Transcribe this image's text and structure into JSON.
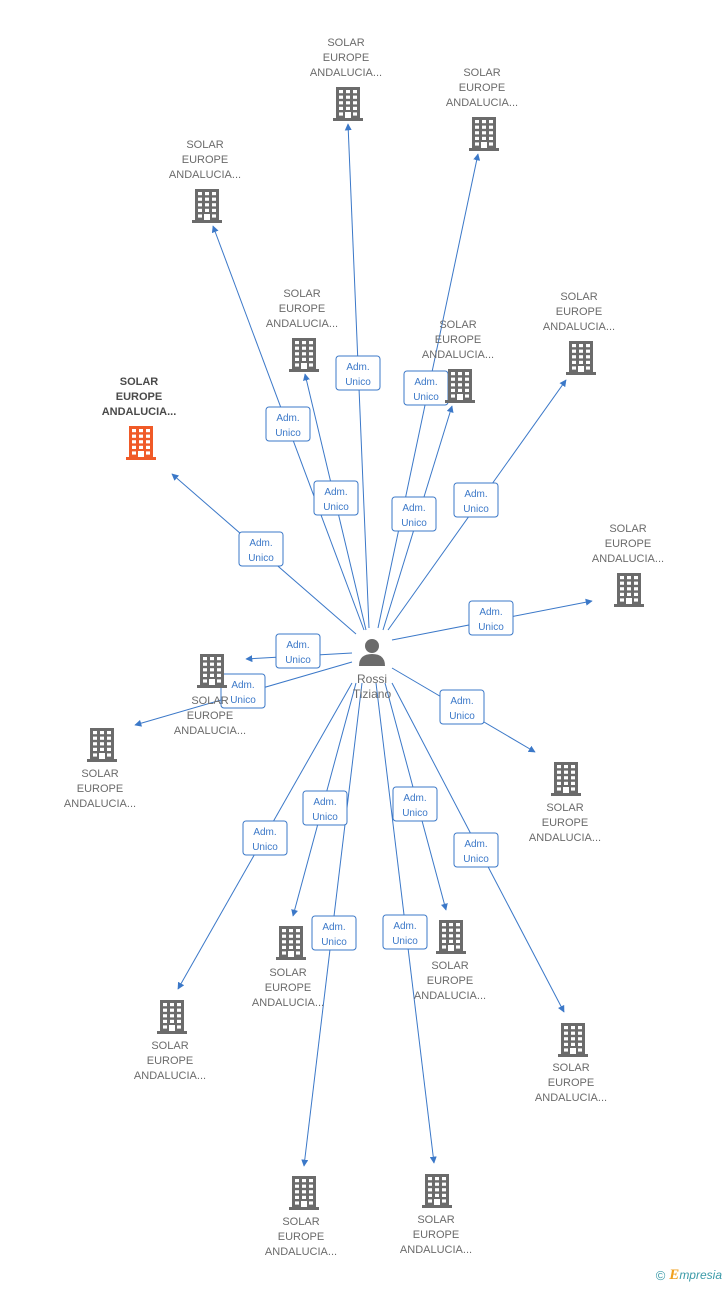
{
  "center": {
    "name_line1": "Rossi",
    "name_line2": "Tiziano"
  },
  "edge_label": {
    "line1": "Adm.",
    "line2": "Unico"
  },
  "companies": [
    {
      "id": "c1",
      "lines": [
        "SOLAR",
        "EUROPE",
        "ANDALUCIA..."
      ],
      "highlighted": false
    },
    {
      "id": "c2",
      "lines": [
        "SOLAR",
        "EUROPE",
        "ANDALUCIA..."
      ],
      "highlighted": false
    },
    {
      "id": "c3",
      "lines": [
        "SOLAR",
        "EUROPE",
        "ANDALUCIA..."
      ],
      "highlighted": false
    },
    {
      "id": "c4",
      "lines": [
        "SOLAR",
        "EUROPE",
        "ANDALUCIA..."
      ],
      "highlighted": false
    },
    {
      "id": "c5",
      "lines": [
        "SOLAR",
        "EUROPE",
        "ANDALUCIA..."
      ],
      "highlighted": false
    },
    {
      "id": "c6",
      "lines": [
        "SOLAR",
        "EUROPE",
        "ANDALUCIA..."
      ],
      "highlighted": false
    },
    {
      "id": "c7",
      "lines": [
        "SOLAR",
        "EUROPE",
        "ANDALUCIA..."
      ],
      "highlighted": true
    },
    {
      "id": "c8",
      "lines": [
        "SOLAR",
        "EUROPE",
        "ANDALUCIA..."
      ],
      "highlighted": false
    },
    {
      "id": "c9",
      "lines": [
        "SOLAR",
        "EUROPE",
        "ANDALUCIA..."
      ],
      "highlighted": false
    },
    {
      "id": "c10",
      "lines": [
        "SOLAR",
        "EUROPE",
        "ANDALUCIA..."
      ],
      "highlighted": false
    },
    {
      "id": "c11",
      "lines": [
        "SOLAR",
        "EUROPE",
        "ANDALUCIA..."
      ],
      "highlighted": false
    },
    {
      "id": "c12",
      "lines": [
        "SOLAR",
        "EUROPE",
        "ANDALUCIA..."
      ],
      "highlighted": false
    },
    {
      "id": "c13",
      "lines": [
        "SOLAR",
        "EUROPE",
        "ANDALUCIA..."
      ],
      "highlighted": false
    },
    {
      "id": "c14",
      "lines": [
        "SOLAR",
        "EUROPE",
        "ANDALUCIA..."
      ],
      "highlighted": false
    },
    {
      "id": "c15",
      "lines": [
        "SOLAR",
        "EUROPE",
        "ANDALUCIA..."
      ],
      "highlighted": false
    },
    {
      "id": "c16",
      "lines": [
        "SOLAR",
        "EUROPE",
        "ANDALUCIA..."
      ],
      "highlighted": false
    },
    {
      "id": "c17",
      "lines": [
        "SOLAR",
        "EUROPE",
        "ANDALUCIA..."
      ],
      "highlighted": false
    },
    {
      "id": "c18",
      "lines": [
        "SOLAR",
        "EUROPE",
        "ANDALUCIA..."
      ],
      "highlighted": false
    }
  ],
  "colors": {
    "edge": "#3b78c8",
    "building": "#6b6b6b",
    "highlight": "#f05a28",
    "person": "#6b6b6b"
  },
  "footer": {
    "copyright": "©",
    "brand_initial": "E",
    "brand_rest": "mpresia"
  }
}
